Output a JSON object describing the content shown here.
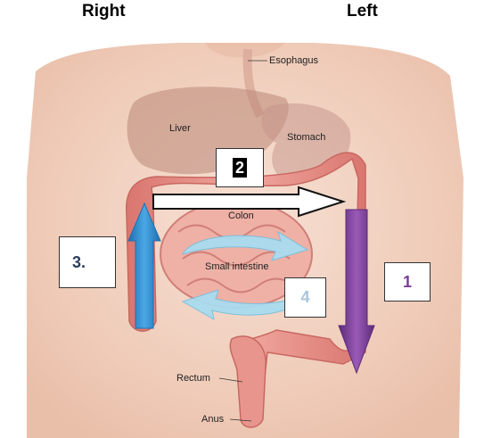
{
  "header": {
    "right_label": "Right",
    "left_label": "Left"
  },
  "organs": {
    "esophagus": "Esophagus",
    "liver": "Liver",
    "stomach": "Stomach",
    "colon": "Colon",
    "small_intestine": "Small intestine",
    "rectum": "Rectum",
    "anus": "Anus"
  },
  "markers": {
    "m1": "1",
    "m2": "2",
    "m3": "3.",
    "m4": "4"
  },
  "colors": {
    "skin": "#f2d3c4",
    "colon": "#e8968d",
    "arrow_1": "#7a3f98",
    "arrow_3": "#2f8fd0",
    "arrow_4": "#a9dcef",
    "marker_1_text": "#7a3f98",
    "marker_3_text": "#2b3e5e",
    "marker_4_text": "#a8c6dc"
  },
  "icons": [
    "ascending-arrow-icon",
    "transverse-arrow-icon",
    "descending-arrow-icon",
    "swirl-arrow-icon"
  ]
}
